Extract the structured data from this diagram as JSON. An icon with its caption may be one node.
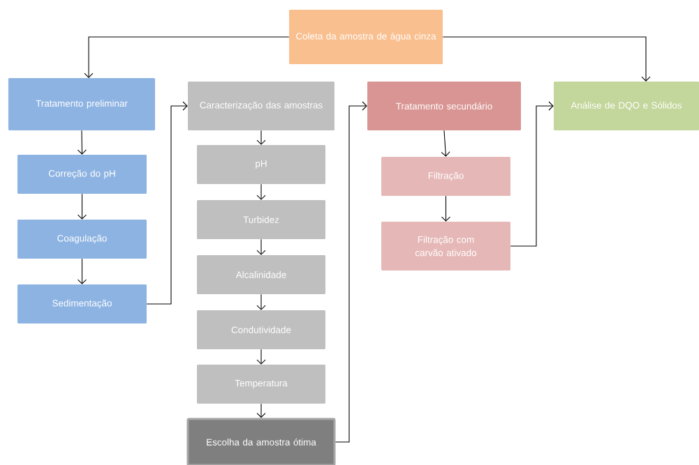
{
  "diagram": {
    "nodes": [
      {
        "text": [
          "Coleta da amostra de água cinza"
        ]
      },
      {
        "text": [
          "Tratamento preliminar"
        ]
      },
      {
        "text": [
          "Correção do pH"
        ]
      },
      {
        "text": [
          "Coagulação"
        ]
      },
      {
        "text": [
          "Sedimentação"
        ]
      },
      {
        "text": [
          "Caracterização das amostras"
        ]
      },
      {
        "text": [
          "pH"
        ]
      },
      {
        "text": [
          "Turbidez"
        ]
      },
      {
        "text": [
          "Alcalinidade"
        ]
      },
      {
        "text": [
          "Condutividade"
        ]
      },
      {
        "text": [
          "Temperatura"
        ]
      },
      {
        "text": [
          "Escolha da amostra ótima"
        ]
      },
      {
        "text": [
          "Tratamento secundário"
        ]
      },
      {
        "text": [
          "Filtração"
        ]
      },
      {
        "text": [
          "Filtração com carvão ativado"
        ]
      },
      {
        "text": [
          "Análise de DQO e Sólidos"
        ]
      }
    ],
    "edges": [
      {
        "from": 0,
        "to": 1,
        "arrow": "to"
      },
      {
        "from": 0,
        "to": 15,
        "arrow": "to"
      },
      {
        "from": 1,
        "to": 2,
        "arrow": "to"
      },
      {
        "from": 2,
        "to": 3,
        "arrow": "to"
      },
      {
        "from": 3,
        "to": 4,
        "arrow": "to"
      },
      {
        "from": 4,
        "to": 5,
        "arrow": "to"
      },
      {
        "from": 5,
        "to": 6,
        "arrow": "to"
      },
      {
        "from": 6,
        "to": 7,
        "arrow": "to"
      },
      {
        "from": 7,
        "to": 8,
        "arrow": "to"
      },
      {
        "from": 8,
        "to": 9,
        "arrow": "to"
      },
      {
        "from": 9,
        "to": 10,
        "arrow": "to"
      },
      {
        "from": 10,
        "to": 11,
        "arrow": "to"
      },
      {
        "from": 11,
        "to": 12,
        "arrow": "to"
      },
      {
        "from": 12,
        "to": 13,
        "arrow": "to"
      },
      {
        "from": 13,
        "to": 14,
        "arrow": "to"
      },
      {
        "from": 14,
        "to": 15,
        "arrow": "to"
      }
    ]
  }
}
